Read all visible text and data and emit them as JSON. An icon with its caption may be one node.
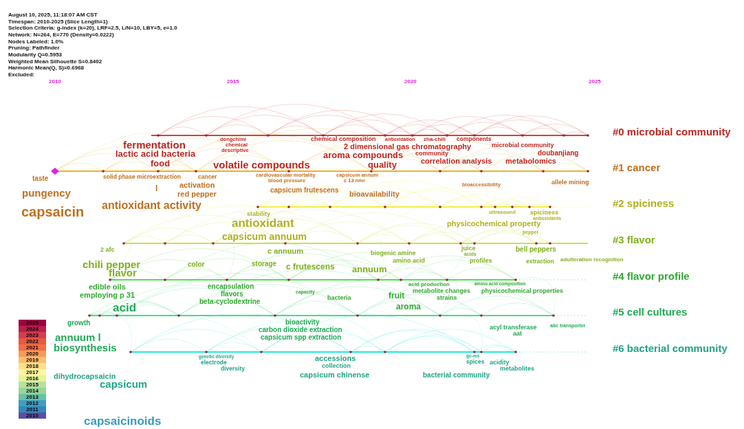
{
  "diagram": {
    "labels": [
      "August 10, 2025, 11:18:07 AM CST",
      "Timespan: 2010-2025 (Slice Length=1)",
      "Selection Criteria: g-index (k=20), LRF=2.5, L/N=10, LBY=5, e=1.0",
      "Network: N=264, E=770 (Density=0.0222)",
      "Nodes Labeled: 1.0%",
      "Pruning: Pathfinder",
      "Modularity Q=0.5953",
      "Weighted Mean Silhouette S=0.8402",
      "Harmonic Mean(Q, S)=0.6968",
      "Excluded:",
      "2010",
      "2015",
      "2020",
      "2025",
      "#0 microbial community",
      "#1 cancer",
      "#2 spiciness",
      "#3 flavor",
      "#4 flavor profile",
      "#5 cell cultures",
      "#6 bacterial community",
      "dongchimi",
      "chemical",
      "descriptive",
      "chemical composition",
      "antioxidation",
      "zha-chili",
      "components",
      "fermentation",
      "2 dimensional gas chromatography",
      "microbial community",
      "lactic acid bacteria",
      "aroma compounds",
      "community",
      "doubanjiang",
      "food",
      "volatile compounds",
      "quality",
      "correlation analysis",
      "metabolomics",
      "taste",
      "solid phase microextraction",
      "cancer",
      "cardiovascular mortality",
      "blood pressure",
      "capsicum annum",
      "c 13 nmr",
      "bioaccessibility",
      "allele mining",
      "l",
      "activation",
      "red pepper",
      "capsicum frutescens",
      "pungency",
      "bioavailability",
      "antioxidant activity",
      "capsaicin",
      "stability",
      "ultrasound",
      "spiciness",
      "antioxidants",
      "physicochemical property",
      "pepper",
      "antioxidant",
      "capsicum annuum",
      "2 afc",
      "c annuum",
      "biogenic amine",
      "juice",
      "acids",
      "bell peppers",
      "amino acid",
      "profiles",
      "extraction",
      "adulteration recognition",
      "chili pepper",
      "color",
      "storage",
      "c frutescens",
      "annuum",
      "flavor",
      "edible oils",
      "employing p 31",
      "encapsulation",
      "flavors",
      "beta-cyclodextrine",
      "capacity",
      "bacteria",
      "acid production",
      "amino acid composition",
      "fruit",
      "metabolite changes",
      "physicochemical properties",
      "strains",
      "aroma",
      "acid",
      "growth",
      "bioactivity",
      "carbon dioxide extraction",
      "capsicum spp extraction",
      "acyl transferase",
      "abc transporter",
      "aat",
      "annuum l",
      "biosynthesis",
      "genetic diversity",
      "electrode",
      "diversity",
      "accessions",
      "collection",
      "gc-ms",
      "spices",
      "acidity",
      "metabolites",
      "dihydrocapsaicin",
      "capsicum chinense",
      "bacterial community",
      "capsicum",
      "capsaicinoids"
    ],
    "legend": [
      {
        "text": "2025",
        "color": "#9e0142"
      },
      {
        "text": "2024",
        "color": "#b8204a"
      },
      {
        "text": "2023",
        "color": "#d53e4f"
      },
      {
        "text": "2022",
        "color": "#e8583f"
      },
      {
        "text": "2021",
        "color": "#f46d43"
      },
      {
        "text": "2020",
        "color": "#fa9a58"
      },
      {
        "text": "2019",
        "color": "#fdbf6f"
      },
      {
        "text": "2018",
        "color": "#fee08b"
      },
      {
        "text": "2017",
        "color": "#fff5a0"
      },
      {
        "text": "2016",
        "color": "#e6f598"
      },
      {
        "text": "2015",
        "color": "#b8e0a0"
      },
      {
        "text": "2014",
        "color": "#99d594"
      },
      {
        "text": "2013",
        "color": "#66c2a5"
      },
      {
        "text": "2012",
        "color": "#429ebd"
      },
      {
        "text": "2011",
        "color": "#3288bd"
      },
      {
        "text": "2010",
        "color": "#5e4fa2"
      }
    ]
  }
}
